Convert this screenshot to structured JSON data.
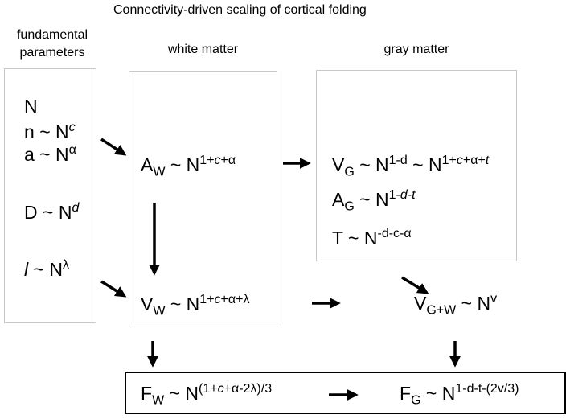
{
  "title": "Connectivity-driven scaling of cortical folding",
  "headers": {
    "fundamental_line1": "fundamental",
    "fundamental_line2": "parameters",
    "white_matter": "white matter",
    "gray_matter": "gray matter"
  },
  "fundamental": {
    "N": "N",
    "n_lhs": "n",
    "a_lhs": "a",
    "D_lhs": "D",
    "l_lhs": "l",
    "sim": "~",
    "base": "N",
    "n_exp": "c",
    "a_exp": "α",
    "D_exp": "d",
    "l_exp": "λ"
  },
  "white": {
    "A_lhs": "A",
    "A_sub": "W",
    "A_exp_1": "1+",
    "A_exp_c": "c",
    "A_exp_2": "+α",
    "V_lhs": "V",
    "V_sub": "W",
    "V_exp_1": "1+",
    "V_exp_c": "c",
    "V_exp_2": "+α+λ"
  },
  "gray": {
    "V_lhs": "V",
    "V_sub": "G",
    "V_exp_a": "1-d",
    "V_exp_b1": "1+",
    "V_exp_b_c": "c",
    "V_exp_b2": "+α+",
    "V_exp_b_t": "t",
    "A_lhs": "A",
    "A_sub": "G",
    "A_exp": "1-",
    "A_exp_d": "d",
    "A_exp_2": "-",
    "A_exp_t": "t",
    "T_lhs": "T",
    "T_exp": "-d-c-α"
  },
  "combined": {
    "V_lhs": "V",
    "V_sub": "G+W",
    "V_exp": "v"
  },
  "folding": {
    "FW_lhs": "F",
    "FW_sub": "W",
    "FW_exp_1": "(1+",
    "FW_exp_c": "c",
    "FW_exp_2": "+α-2λ)/3",
    "FG_lhs": "F",
    "FG_sub": "G",
    "FG_exp": "1-d-t-(2v/3)"
  },
  "colors": {
    "box_border": "#c8c8c8",
    "arrow": "#000000"
  }
}
